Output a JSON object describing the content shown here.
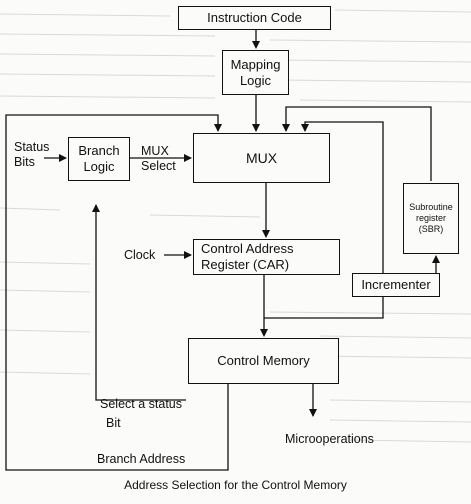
{
  "nodes": {
    "instruction_code": "Instruction Code",
    "mapping_logic": "Mapping\nLogic",
    "branch_logic": "Branch\nLogic",
    "mux": "MUX",
    "car": "Control Address\nRegister (CAR)",
    "sbr": "Subroutine\nregister\n(SBR)",
    "incrementer": "Incrementer",
    "control_memory": "Control Memory"
  },
  "labels": {
    "status_bits": "Status\nBits",
    "mux_select": "MUX\nSelect",
    "clock": "Clock",
    "select_status": "Select a status",
    "bit": "Bit",
    "branch_address": "Branch Address",
    "microoperations": "Microoperations"
  },
  "caption": "Address Selection for the Control Memory",
  "colors": {
    "line": "#111111",
    "background": "#fbfbf9"
  }
}
